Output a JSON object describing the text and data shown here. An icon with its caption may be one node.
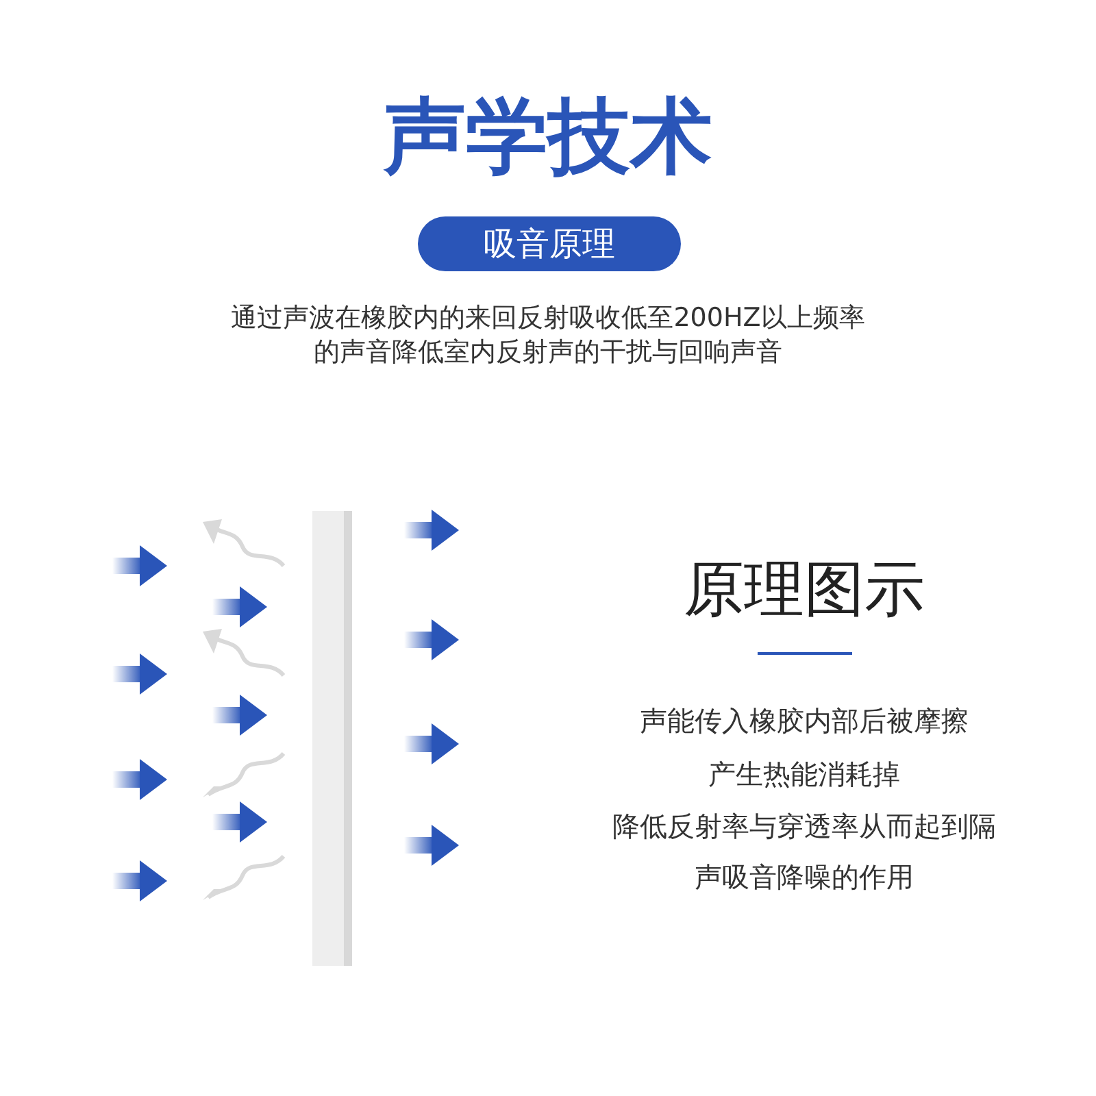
{
  "diagram": {
    "title": "声学技术",
    "nodes": [
      {
        "text": [
          "吸音原理"
        ]
      }
    ],
    "labels": [
      "通过声波在橡胶内的来回反射吸收低至200HZ以上频率",
      "的声音降低室内反射声的干扰与回响声音",
      "原理图示",
      "声能传入橡胶内部后被摩擦",
      "产生热能消耗掉",
      "降低反射率与穿透率从而起到隔",
      "声吸音降噪的作用"
    ]
  }
}
